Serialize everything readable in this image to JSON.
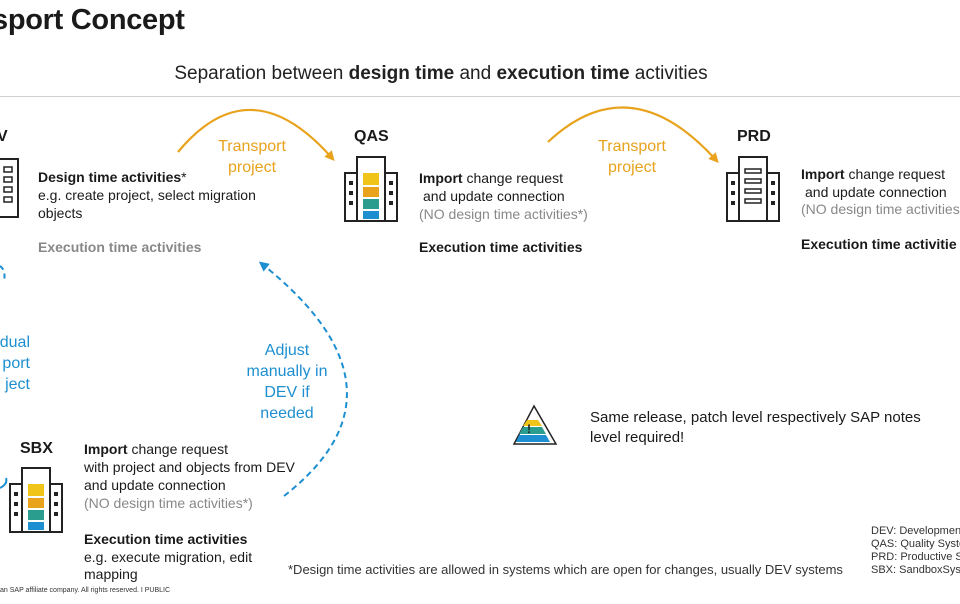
{
  "title": "sport Concept",
  "subtitle": {
    "pre": "Separation between ",
    "design": "design time",
    "mid": " and ",
    "execution": "execution time",
    "post": " activities"
  },
  "dev": {
    "label": "V",
    "design_bold": "Design time activities",
    "design_star": "*",
    "design_example_1": "e.g. create project, select migration",
    "design_example_2": "objects",
    "execution": "Execution time activities"
  },
  "transport_1": {
    "line1": "Transport",
    "line2": "project"
  },
  "qas": {
    "label": "QAS",
    "import_bold": "Import",
    "import_rest": " change request",
    "line2": "and update connection",
    "line3": "(NO design time activities*)",
    "execution": "Execution time activities"
  },
  "transport_2": {
    "line1": "Transport",
    "line2": "project"
  },
  "prd": {
    "label": "PRD",
    "import_bold": "Import",
    "import_rest": " change request",
    "line2": "and update connection",
    "line3": "(NO design time activities",
    "execution": "Execution time activitie"
  },
  "manual": {
    "line1": "dual",
    "line2": "port",
    "line3": "ject"
  },
  "adjust": {
    "line1": "Adjust",
    "line2": "manually in",
    "line3": "DEV if",
    "line4": "needed"
  },
  "sbx": {
    "label": "SBX",
    "import_bold": "Import",
    "import_rest": " change request",
    "line2": "with project and objects from DEV",
    "line3": "and update connection",
    "line4": "(NO design time activities*)",
    "execution": "Execution time activities",
    "example_1": "e.g. execute migration, edit",
    "example_2": "mapping"
  },
  "warning": {
    "line1": "Same release, patch level respectively SAP notes",
    "line2": "level required!"
  },
  "legend": [
    "DEV: Developmen",
    "QAS: Quality Syste",
    "PRD: Productive S",
    "SBX: SandboxSys"
  ],
  "footnote": "*Design time activities are allowed in systems which are open for changes, usually DEV systems",
  "footer": "an SAP affiliate company. All rights reserved.  I   PUBLIC",
  "colors": {
    "orange": "#e8a21c",
    "blue": "#1d8fd1",
    "teal": "#2a9d8f",
    "yellow": "#f0c419"
  }
}
